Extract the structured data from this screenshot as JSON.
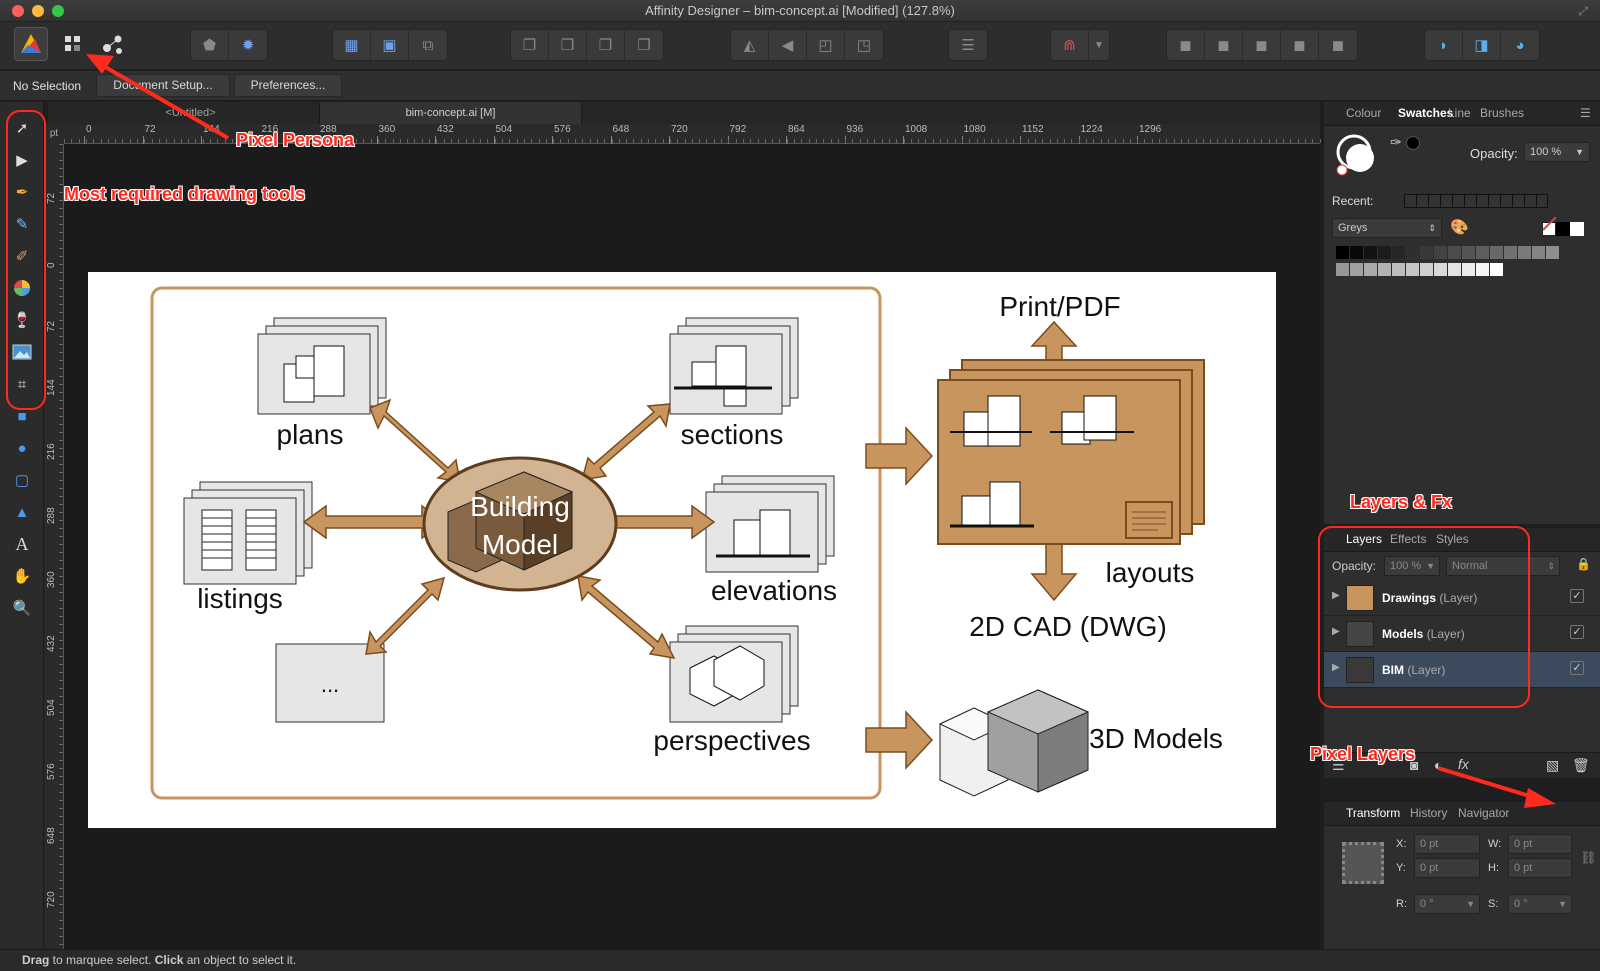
{
  "window": {
    "title": "Affinity Designer – bim-concept.ai [Modified] (127.8%)"
  },
  "context": {
    "selection": "No Selection",
    "document_setup": "Document Setup...",
    "preferences": "Preferences..."
  },
  "tabs": [
    {
      "label": "<Untitled>"
    },
    {
      "label": "bim-concept.ai [M]"
    }
  ],
  "ruler": {
    "unit": "pt",
    "h_ticks": [
      "0",
      "72",
      "144",
      "216",
      "288",
      "360",
      "432",
      "504",
      "576",
      "648",
      "720",
      "792",
      "864",
      "936",
      "1008",
      "1080",
      "1152",
      "1224",
      "1296"
    ],
    "v_ticks": [
      "72",
      "0",
      "72",
      "144",
      "216",
      "288",
      "360",
      "432",
      "504",
      "576",
      "648",
      "720"
    ]
  },
  "diagram": {
    "plans": "plans",
    "sections": "sections",
    "listings": "listings",
    "elevations": "elevations",
    "building_model": [
      "Building",
      "Model"
    ],
    "ellipsis": "...",
    "perspectives": "perspectives",
    "print_pdf": "Print/PDF",
    "layouts": "layouts",
    "cad": "2D CAD (DWG)",
    "models_3d": "3D Models"
  },
  "colour_panel": {
    "tabs": [
      "Colour",
      "Swatches",
      "Line",
      "Brushes"
    ],
    "active_tab": "Swatches",
    "opacity_label": "Opacity:",
    "opacity_value": "100 %",
    "recent_label": "Recent:",
    "palette": "Greys"
  },
  "layers_panel": {
    "tabs": [
      "Layers",
      "Effects",
      "Styles"
    ],
    "opacity_label": "Opacity:",
    "opacity_value": "100 %",
    "blend_mode": "Normal",
    "layers": [
      {
        "name": "Drawings",
        "type": "(Layer)",
        "checked": "✓"
      },
      {
        "name": "Models",
        "type": "(Layer)",
        "checked": "✓"
      },
      {
        "name": "BIM",
        "type": "(Layer)",
        "checked": "✓"
      }
    ]
  },
  "transform_panel": {
    "tabs": [
      "Transform",
      "History",
      "Navigator"
    ],
    "x_label": "X:",
    "x_value": "0 pt",
    "y_label": "Y:",
    "y_value": "0 pt",
    "w_label": "W:",
    "w_value": "0 pt",
    "h_label": "H:",
    "h_value": "0 pt",
    "r_label": "R:",
    "r_value": "0 °",
    "s_label": "S:",
    "s_value": "0 °"
  },
  "status": {
    "drag": "Drag",
    "drag_text": " to marquee select. ",
    "click": "Click",
    "click_text": " an object to select it."
  },
  "annotations": {
    "pixel_persona": "Pixel Persona",
    "drawing_tools": "Most required drawing tools",
    "layers_fx": "Layers & Fx",
    "pixel_layers": "Pixel Layers"
  },
  "colors": {
    "accent_annotation": "#ff2a1e",
    "diagram_tan": "#c8955f",
    "diagram_brown": "#7a4d1f",
    "layer_selected": "#3b4a5c"
  }
}
